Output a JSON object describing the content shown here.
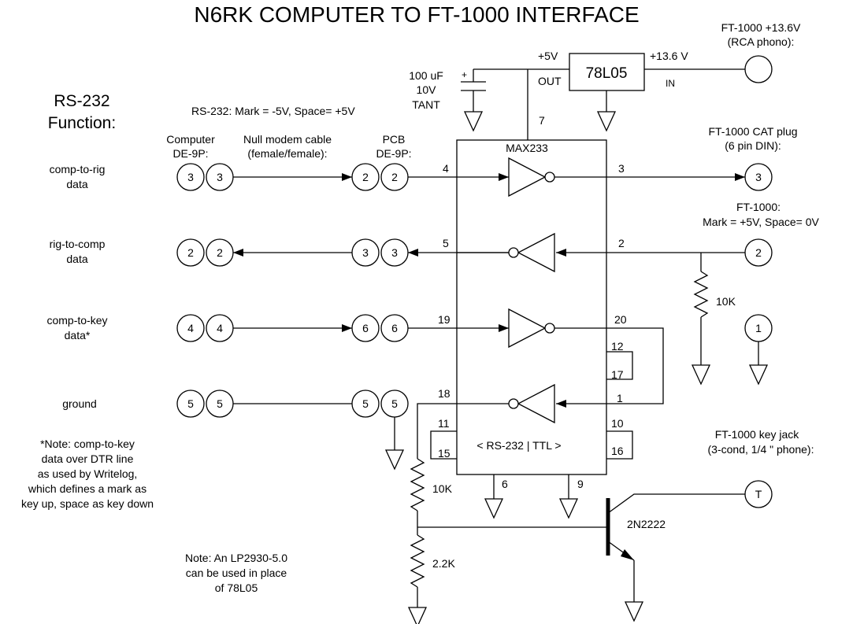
{
  "title": "N6RK COMPUTER TO FT-1000 INTERFACE",
  "rs232_heading": [
    "RS-232",
    "Function:"
  ],
  "rs232_levels": "RS-232:  Mark = -5V, Space= +5V",
  "headers": {
    "computer": [
      "Computer",
      "DE-9P:"
    ],
    "null_modem": [
      "Null modem cable",
      "(female/female):"
    ],
    "pcb": [
      "PCB",
      "DE-9P:"
    ]
  },
  "functions": [
    [
      "comp-to-rig",
      "data"
    ],
    [
      "rig-to-comp",
      "data"
    ],
    [
      "comp-to-key",
      "data*"
    ],
    [
      "ground"
    ]
  ],
  "pins": {
    "computer": [
      "3",
      "2",
      "4",
      "5"
    ],
    "pcb": [
      "2",
      "3",
      "6",
      "5"
    ]
  },
  "regulator": {
    "name": "78L05",
    "out_label": "OUT",
    "in_label": "IN",
    "plus5": "+5V",
    "plus13": "+13.6 V"
  },
  "capacitor": {
    "lines": [
      "100 uF",
      "10V",
      "TANT"
    ],
    "polarity": "+"
  },
  "chip": {
    "name": "MAX233",
    "bottom_label": "< RS-232  | TTL >",
    "pins": {
      "vcc": "7",
      "in_t1": "4",
      "out_t1": "3",
      "out_r1": "5",
      "in_r1": "2",
      "in_t2": "19",
      "out_t2": "20",
      "p12": "12",
      "p17": "17",
      "out_r2": "18",
      "in_r2": "1",
      "p11": "11",
      "p15": "15",
      "p10": "10",
      "p16": "16",
      "gnd1": "6",
      "gnd2": "9"
    }
  },
  "ft1000": {
    "power": [
      "FT-1000 +13.6V",
      "(RCA phono):"
    ],
    "cat": [
      "FT-1000 CAT plug",
      "(6 pin DIN):"
    ],
    "levels": [
      "FT-1000:",
      "Mark = +5V, Space= 0V"
    ],
    "key": [
      "FT-1000 key jack",
      "(3-cond, 1/4 \" phone):"
    ],
    "cat_pins": [
      "3",
      "2",
      "1"
    ],
    "key_pin": "T"
  },
  "components": {
    "pullup": "10K",
    "divider_top": "10K",
    "divider_bottom": "2.2K",
    "transistor": "2N2222"
  },
  "notes": {
    "dtr": [
      "*Note:  comp-to-key",
      "data over DTR line",
      "as used by Writelog,",
      "which defines a mark as",
      "key up, space as key down"
    ],
    "lp": [
      "Note:  An LP2930-5.0",
      "can be used in place",
      "of 78L05"
    ]
  }
}
